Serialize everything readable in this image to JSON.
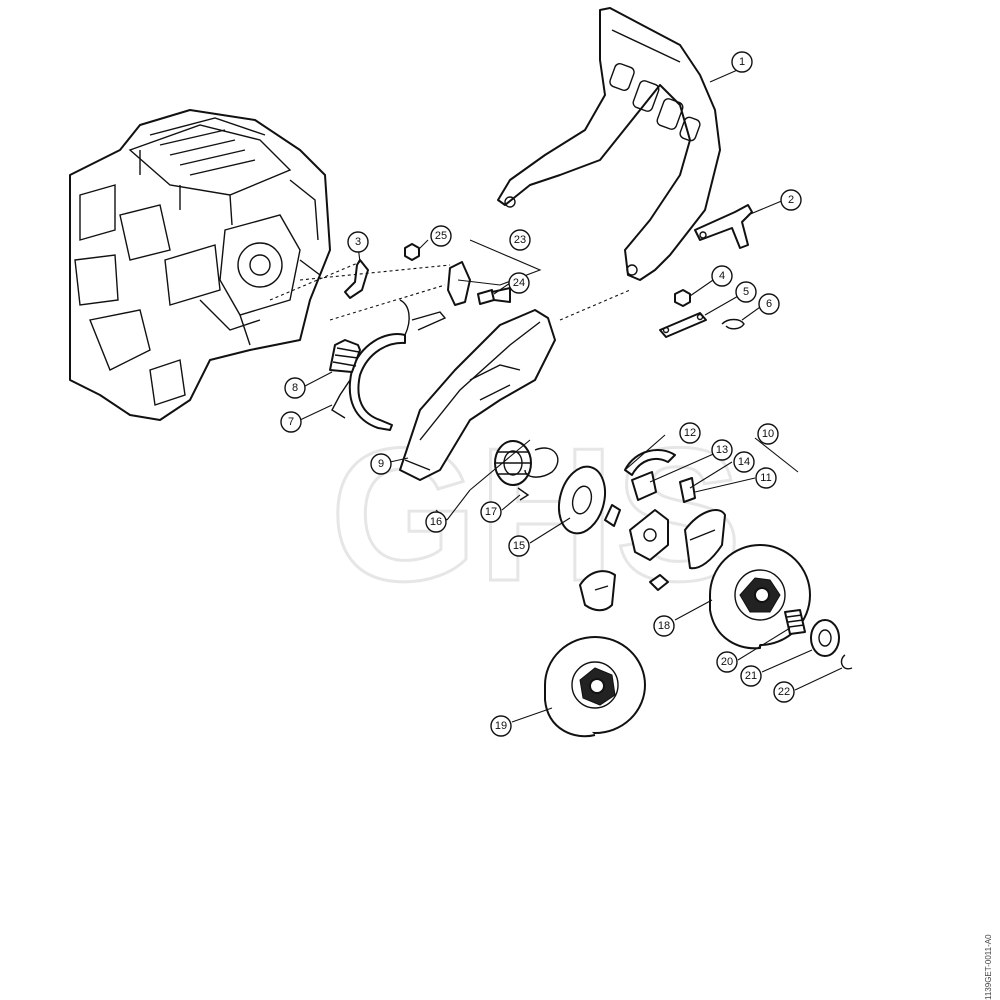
{
  "watermark": "GHS",
  "doc_ref": "1139GET-0011-A0",
  "callouts": [
    "1",
    "2",
    "3",
    "4",
    "5",
    "6",
    "7",
    "8",
    "9",
    "10",
    "11",
    "12",
    "13",
    "14",
    "15",
    "16",
    "17",
    "18",
    "19",
    "20",
    "21",
    "22",
    "23",
    "24",
    "25"
  ]
}
